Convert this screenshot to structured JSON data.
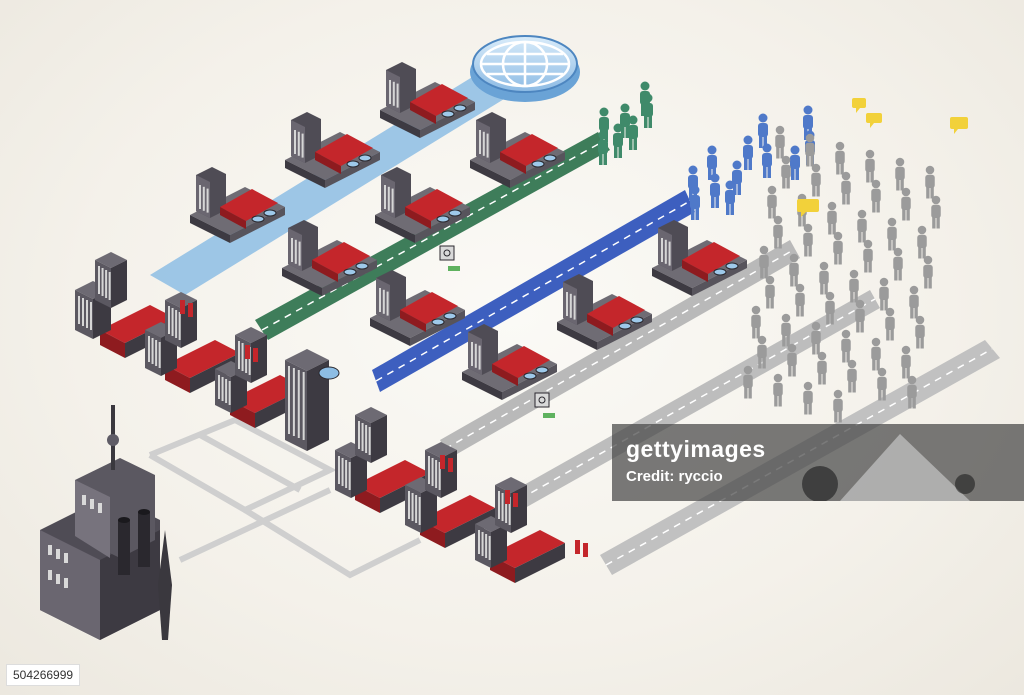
{
  "watermark": {
    "brand": "gettyimages",
    "credit": "Credit: ryccio"
  },
  "image_id": "504266999",
  "palette": {
    "roof": "#c4262b",
    "building": "#4f4c55",
    "road_light_blue": "#7fb1dc",
    "road_green": "#3e7d5a",
    "road_blue": "#3d5fbf",
    "road_grey": "#a9a9a9",
    "people_green": "#3f8a6a",
    "people_blue": "#4f79c9",
    "people_grey": "#9b9b9b",
    "speech_bubble": "#f2d13a"
  },
  "icons": [
    "globe-icon",
    "factory-icon",
    "warehouse-icon",
    "person-icon",
    "speech-bubble-icon",
    "safe-icon",
    "money-icon"
  ]
}
